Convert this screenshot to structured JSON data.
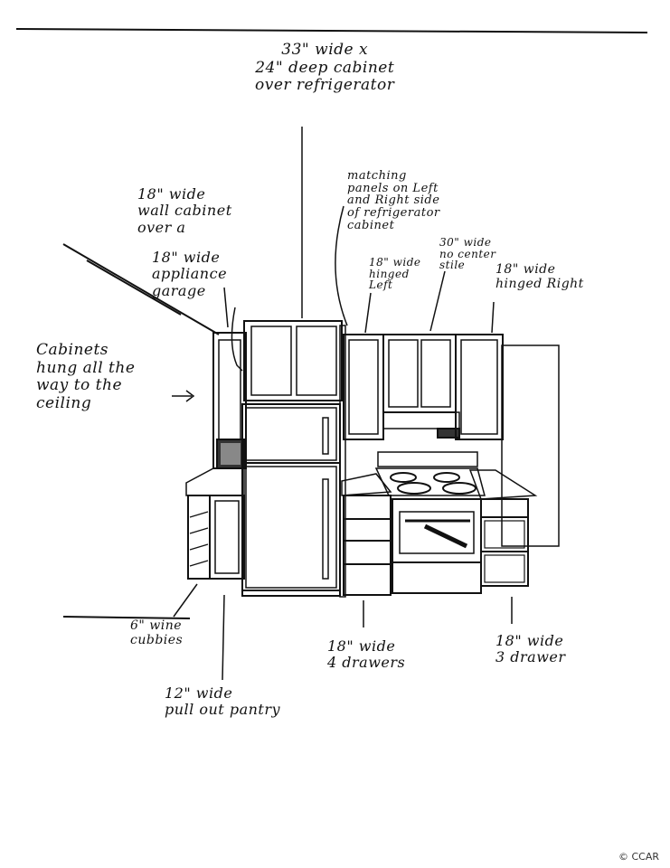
{
  "annotations": {
    "top_cabinet": "33\" wide x\n24\" deep cabinet\nover refrigerator",
    "wall_cabinet": "18\" wide\nwall cabinet\nover a",
    "appliance_garage": "18\" wide\nappliance\ngarage",
    "matching_panels": "matching\npanels on Left\nand Right side\nof refrigerator\ncabinet",
    "hinged_left": "18\" wide\nhinged\nLeft",
    "no_center_stile": "30\" wide\nno center\nstile",
    "hinged_right": "18\" wide\nhinged Right",
    "to_ceiling": "Cabinets\nhung all the\nway to the\nceiling",
    "wine_cubbies": "6\" wine\ncubbies",
    "pantry": "12\" wide\npull out pantry",
    "four_drawers": "18\" wide\n4 drawers",
    "three_drawers": "18\" wide\n3 drawer"
  },
  "footer": {
    "license": "© CCAR"
  }
}
